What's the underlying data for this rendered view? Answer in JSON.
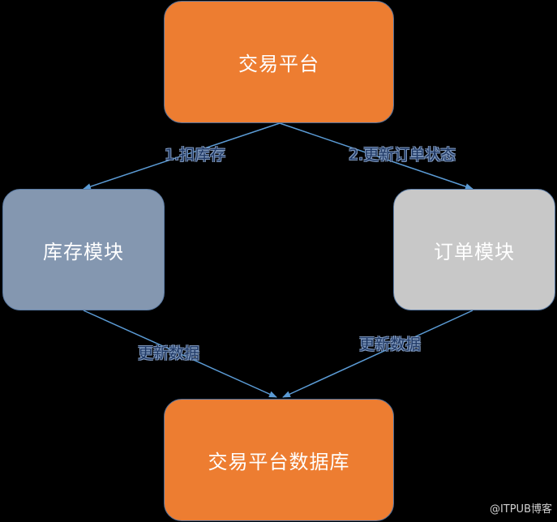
{
  "nodes": {
    "trading_platform": "交易平台",
    "inventory_module": "库存模块",
    "order_module": "订单模块",
    "trading_db": "交易平台数据库"
  },
  "edges": {
    "deduct_inventory": "1.扣库存",
    "update_order_status": "2.更新订单状态",
    "inventory_update_data": "更新数据",
    "order_update_data": "更新数据"
  },
  "watermark": "@ITPUB博客",
  "colors": {
    "background": "#000000",
    "platform_node": "#ed7d31",
    "inventory_node": "#8497b0",
    "order_node": "#c8c8c8",
    "edge": "#5b9bd5",
    "edge_label": "#1f3864"
  }
}
